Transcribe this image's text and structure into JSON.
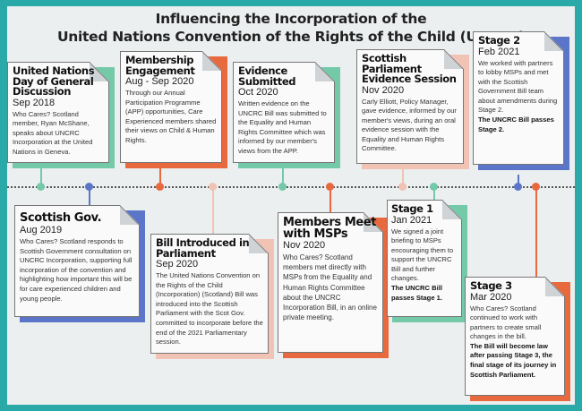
{
  "title": {
    "line1": "Influencing the Incorporation of the",
    "line2": "United Nations Convention of the Rights of the Child (UNCRC)"
  },
  "colors": {
    "green": "#74c9a8",
    "blue": "#5b76c9",
    "orange": "#e8693e",
    "pink": "#f1c3b4",
    "frame": "#2aa9a9"
  },
  "cards": [
    {
      "id": "un-day",
      "heading": [
        "United Nations",
        "Day of General",
        "Discussion"
      ],
      "date": "Sep 2018",
      "text": "Who Cares? Scotland member, Ryan McShane, speaks about UNCRC Incorporation at the United Nations in Geneva.",
      "bold": ""
    },
    {
      "id": "membership",
      "heading": [
        "Membership",
        "Engagement"
      ],
      "date": "Aug - Sep 2020",
      "text": "Through our Annual Participation Programme (APP) opportunities, Care Experienced members shared their views on Child & Human Rights.",
      "bold": ""
    },
    {
      "id": "evidence",
      "heading": [
        "Evidence",
        "Submitted"
      ],
      "date": "Oct 2020",
      "text": "Written evidence on the UNCRC Bill was submitted to the Equality and Human Rights Committee which was informed by our member's views from the APP.",
      "bold": ""
    },
    {
      "id": "scot-parl",
      "heading": [
        "Scottish",
        "Parliament",
        "Evidence Session"
      ],
      "date": "Nov 2020",
      "text": "Carly Elliott, Policy Manager, gave evidence, informed by our member's views, during an oral evidence session with the Equality and Human Rights Committee.",
      "bold": ""
    },
    {
      "id": "stage2",
      "heading": [
        "Stage 2"
      ],
      "date": "Feb 2021",
      "text": "We worked with partners to lobby MSPs and met with the Scottish Government Bill team about amendments during Stage 2.",
      "bold": "The UNCRC Bill passes Stage 2."
    },
    {
      "id": "scot-gov",
      "heading": [
        "Scottish Gov."
      ],
      "date": "Aug 2019",
      "text": "Who Cares? Scotland responds to Scottish Government consultation on UNCRC Incorporation, supporting full incorporation of the convention and highlighting how important this will be for care experienced children and young people.",
      "bold": ""
    },
    {
      "id": "bill-intro",
      "heading": [
        "Bill Introduced in",
        "Parliament"
      ],
      "date": "Sep 2020",
      "text": "The United Nations Convention on the Rights of the Child (Incorporation) (Scotland) Bill was introduced into the Scottish Parliament with the Scot Gov. committed to incorporate before the end of the 2021 Parliamentary session.",
      "bold": ""
    },
    {
      "id": "members-meet",
      "heading": [
        "Members Meet",
        "with MSPs"
      ],
      "date": "Nov 2020",
      "text": "Who Cares? Scotland members met directly with MSPs from the Equality and Human Rights Committee about the UNCRC Incorporation Bill, in an online private meeting.",
      "bold": ""
    },
    {
      "id": "stage1",
      "heading": [
        "Stage 1"
      ],
      "date": "Jan 2021",
      "text": "We signed a joint briefing to MSPs encouraging them to support the UNCRC Bill and further changes.",
      "bold": "The UNCRC Bill passes Stage 1."
    },
    {
      "id": "stage3",
      "heading": [
        "Stage 3"
      ],
      "date": "Mar 2020",
      "text": "Who Cares? Scotland continued to work with partners to create small changes in the bill.",
      "bold": "The Bill will become law after passing Stage 3, the final stage of its journey in Scottish Parliament."
    }
  ]
}
